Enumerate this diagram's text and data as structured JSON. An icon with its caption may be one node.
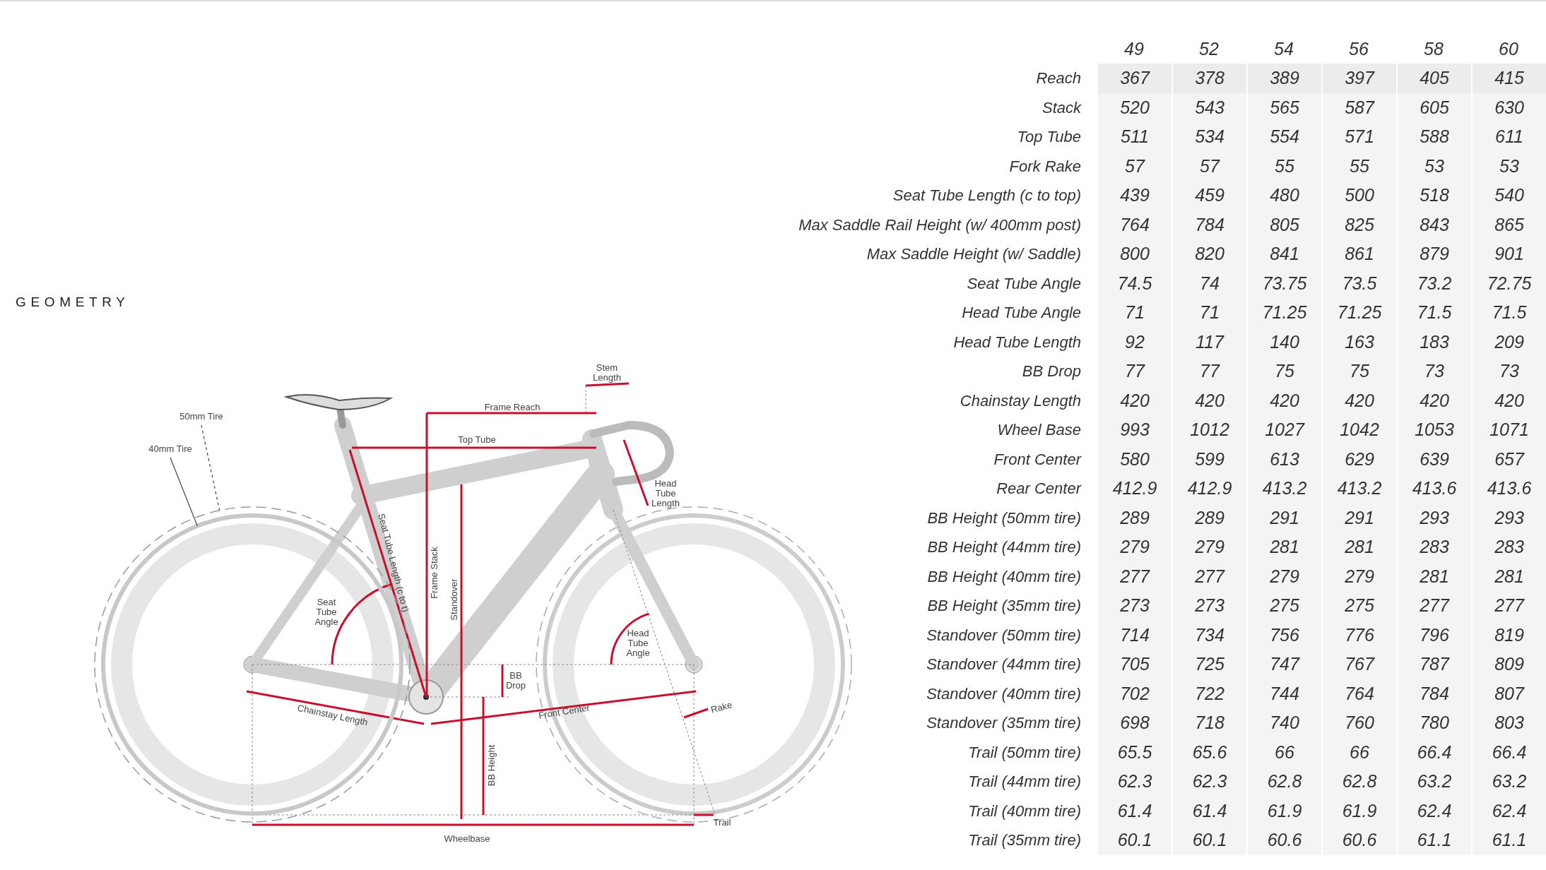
{
  "diagram": {
    "nodes": [
      {
        "text": [
          "50mm Tire"
        ]
      },
      {
        "text": [
          "40mm Tire"
        ]
      },
      {
        "text": [],
        "shape": "circle"
      },
      {
        "text": [],
        "shape": "circle"
      }
    ],
    "edges": [
      {
        "from": 0,
        "to": 2,
        "arrow": "none",
        "style": "dashed"
      },
      {
        "from": 1,
        "to": 3,
        "arrow": "none"
      }
    ],
    "labels": [
      "GEOMETRY",
      "Stem Length",
      "Frame Reach",
      "Top Tube",
      "Head Tube Length",
      "Seat Tube Length (c to t)",
      "Frame Stack",
      "Standover",
      "Seat Tube Angle",
      "Head Tube Angle",
      "BB Drop",
      "Chainstay Length",
      "Front Center",
      "Rake",
      "BB Height",
      "Wheelbase",
      "Trail",
      "49",
      "52",
      "54",
      "56",
      "58",
      "60",
      "Reach",
      "367",
      "378",
      "389",
      "397",
      "405",
      "415",
      "Stack",
      "520",
      "543",
      "565",
      "587",
      "605",
      "630",
      "Top Tube",
      "511",
      "534",
      "554",
      "571",
      "588",
      "611",
      "Fork Rake",
      "57",
      "57",
      "55",
      "55",
      "53",
      "53",
      "Seat Tube Length (c to top)",
      "439",
      "459",
      "480",
      "500",
      "518",
      "540",
      "Max Saddle Rail Height (w/ 400mm post)",
      "764",
      "784",
      "805",
      "825",
      "843",
      "865",
      "Max Saddle Height (w/ Saddle)",
      "800",
      "820",
      "841",
      "861",
      "879",
      "901",
      "Seat Tube Angle",
      "74.5",
      "74",
      "73.75",
      "73.5",
      "73.2",
      "72.75",
      "Head Tube Angle",
      "71",
      "71",
      "71.25",
      "71.25",
      "71.5",
      "71.5",
      "Head Tube Length",
      "92",
      "117",
      "140",
      "163",
      "183",
      "209",
      "BB Drop",
      "77",
      "77",
      "75",
      "75",
      "73",
      "73",
      "Chainstay Length",
      "420",
      "420",
      "420",
      "420",
      "420",
      "420",
      "Wheel Base",
      "993",
      "1012",
      "1027",
      "1042",
      "1053",
      "1071",
      "Front Center",
      "580",
      "599",
      "613",
      "629",
      "639",
      "657",
      "Rear Center",
      "412.9",
      "412.9",
      "413.2",
      "413.2",
      "413.6",
      "413.6",
      "BB Height (50mm tire)",
      "289",
      "289",
      "291",
      "291",
      "293",
      "293",
      "BB Height (44mm tire)",
      "279",
      "279",
      "281",
      "281",
      "283",
      "283",
      "BB Height (40mm tire)",
      "277",
      "277",
      "279",
      "279",
      "281",
      "281",
      "BB Height (35mm tire)",
      "273",
      "273",
      "275",
      "275",
      "277",
      "277",
      "Standover (50mm tire)",
      "714",
      "734",
      "756",
      "776",
      "796",
      "819",
      "Standover (44mm tire)",
      "705",
      "725",
      "747",
      "767",
      "787",
      "809",
      "Standover (40mm tire)",
      "702",
      "722",
      "744",
      "764",
      "784",
      "807",
      "Standover (35mm tire)",
      "698",
      "718",
      "740",
      "760",
      "780",
      "803",
      "Trail (50mm tire)",
      "65.5",
      "65.6",
      "66",
      "66",
      "66.4",
      "66.4",
      "Trail (44mm tire)",
      "62.3",
      "62.3",
      "62.8",
      "62.8",
      "63.2",
      "63.2",
      "Trail (40mm tire)",
      "61.4",
      "61.4",
      "61.9",
      "61.9",
      "62.4",
      "62.4",
      "Trail (35mm tire)",
      "60.1",
      "60.1",
      "60.6",
      "60.6",
      "61.1",
      "61.1"
    ]
  }
}
